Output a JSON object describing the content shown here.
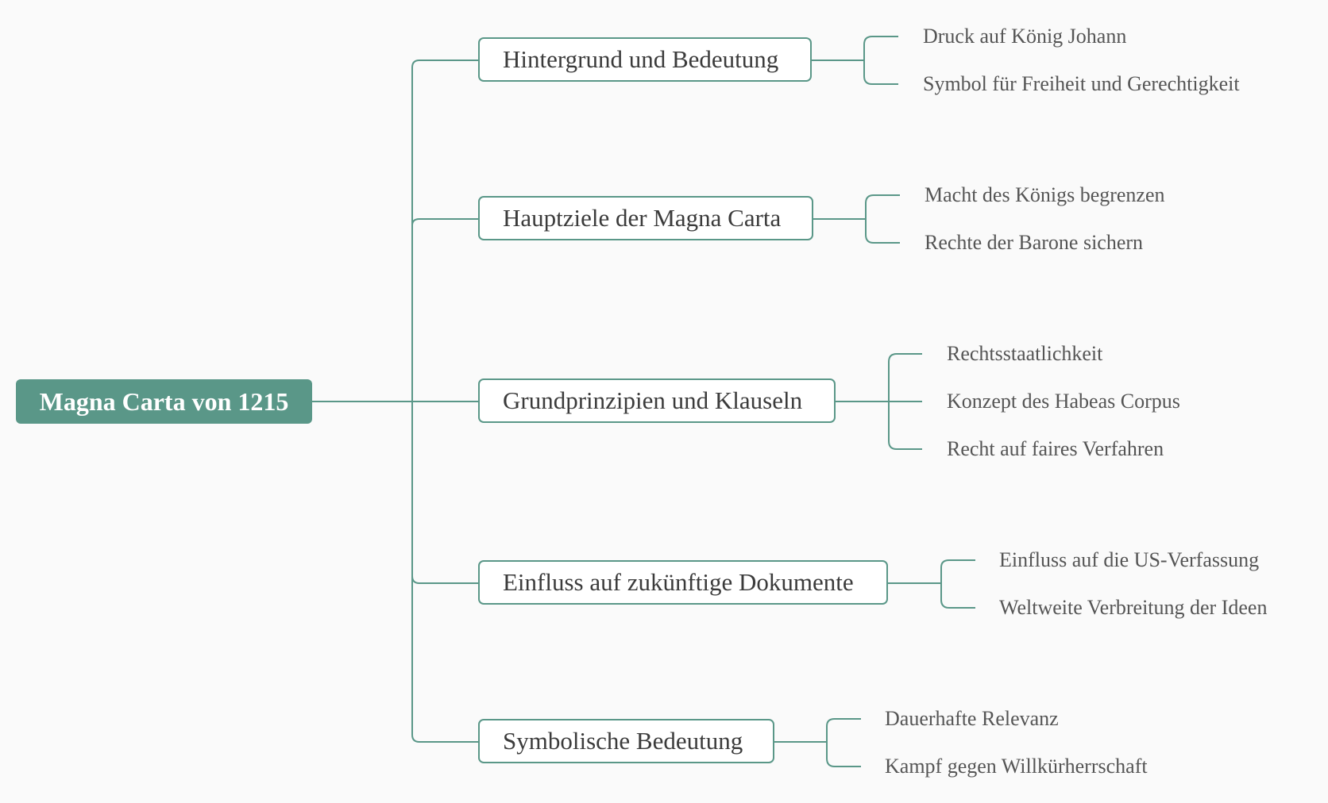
{
  "root": {
    "label": "Magna Carta von 1215"
  },
  "colors": {
    "accent": "#5a9788",
    "branch_text": "#3b3b3b",
    "leaf_text": "#555555",
    "background": "#fafafa"
  },
  "branches": [
    {
      "label": "Hintergrund und Bedeutung",
      "children": [
        "Druck auf König Johann",
        "Symbol für Freiheit und Gerechtigkeit"
      ]
    },
    {
      "label": "Hauptziele der Magna Carta",
      "children": [
        "Macht des Königs begrenzen",
        "Rechte der Barone sichern"
      ]
    },
    {
      "label": "Grundprinzipien und Klauseln",
      "children": [
        "Rechtsstaatlichkeit",
        "Konzept des Habeas Corpus",
        "Recht auf faires Verfahren"
      ]
    },
    {
      "label": "Einfluss auf zukünftige Dokumente",
      "children": [
        "Einfluss auf die US-Verfassung",
        "Weltweite Verbreitung der Ideen"
      ]
    },
    {
      "label": "Symbolische Bedeutung",
      "children": [
        "Dauerhafte Relevanz",
        "Kampf gegen Willkürherrschaft"
      ]
    }
  ]
}
